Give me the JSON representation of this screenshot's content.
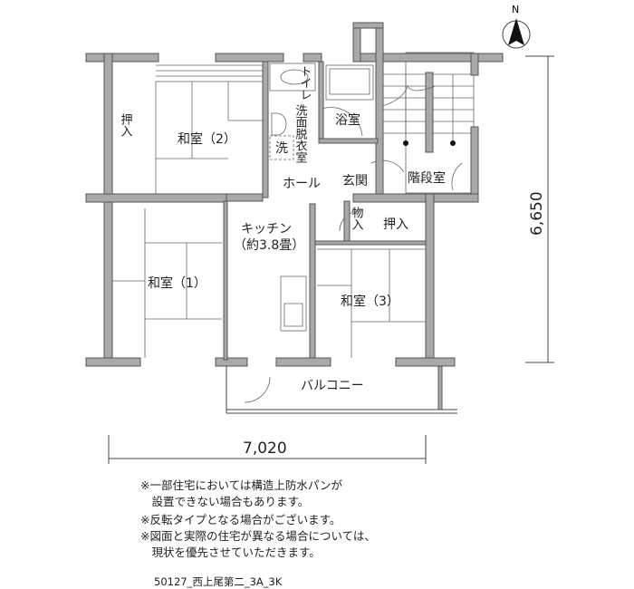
{
  "north_label": "N",
  "rooms": {
    "oshiire_left": "押入",
    "washitsu_2": "和室（2）",
    "toilet": "トイレ",
    "senmen": "洗面脱衣室",
    "washer": "洗",
    "bath": "浴室",
    "hall": "ホール",
    "genkan": "玄関",
    "stairs": "階段室",
    "kitchen": "キッチン",
    "kitchen_size": "（約3.8畳）",
    "monoire": "物入",
    "oshiire_right": "押入",
    "washitsu_1": "和室（1）",
    "washitsu_3": "和室（3）",
    "balcony": "バルコニー"
  },
  "dimensions": {
    "width": "7,020",
    "depth": "6,650"
  },
  "notes": [
    "※一部住宅においては構造上防水パンが",
    "　設置できない場合もあります。",
    "※反転タイプとなる場合がございます。",
    "※図面と実際の住宅が異なる場合については、",
    "　現状を優先させていただきます。"
  ],
  "plan_code": "50127_西上尾第二_3A_3K"
}
